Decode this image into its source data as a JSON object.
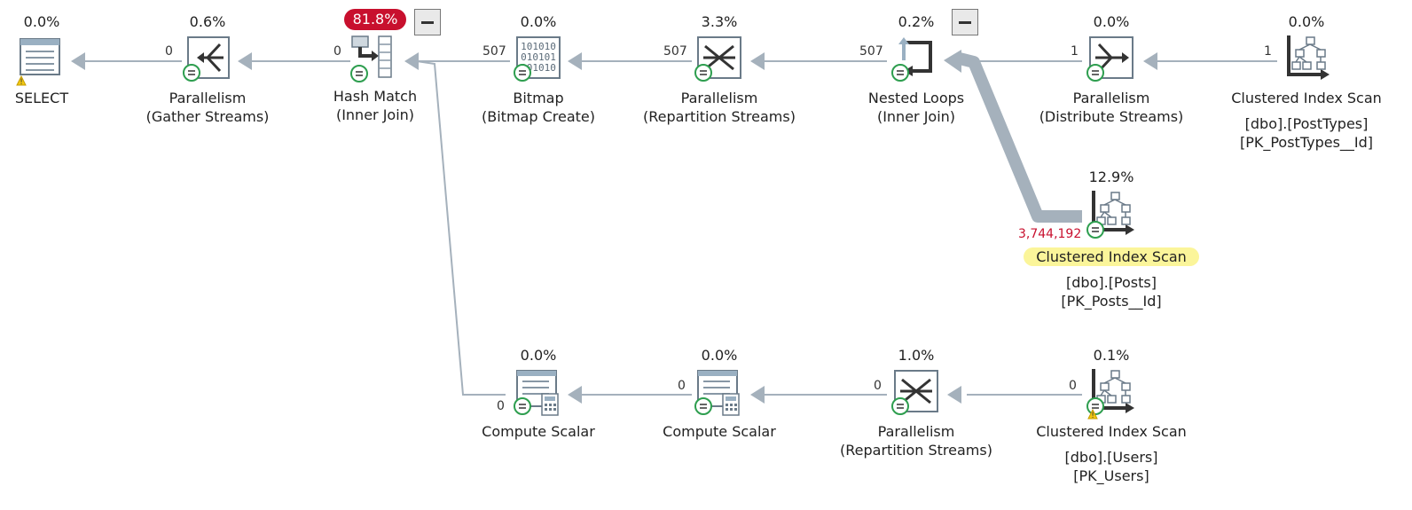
{
  "nodes": [
    {
      "id": "select",
      "pct": "0.0%",
      "name": "SELECT",
      "sub": "",
      "obj1": "",
      "obj2": "",
      "icon": "select-result-icon",
      "warning": true,
      "parallel": false
    },
    {
      "id": "gather",
      "pct": "0.6%",
      "name": "Parallelism",
      "sub": "(Gather Streams)",
      "obj1": "",
      "obj2": "",
      "icon": "gather-streams-icon",
      "warning": false,
      "parallel": true
    },
    {
      "id": "hash",
      "pct": "81.8%",
      "name": "Hash Match",
      "sub": "(Inner Join)",
      "obj1": "",
      "obj2": "",
      "icon": "hash-match-icon",
      "warning": false,
      "parallel": true
    },
    {
      "id": "bitmap",
      "pct": "0.0%",
      "name": "Bitmap",
      "sub": "(Bitmap Create)",
      "obj1": "",
      "obj2": "",
      "icon": "bitmap-icon",
      "warning": false,
      "parallel": true
    },
    {
      "id": "repart1",
      "pct": "3.3%",
      "name": "Parallelism",
      "sub": "(Repartition Streams)",
      "obj1": "",
      "obj2": "",
      "icon": "repartition-streams-icon",
      "warning": false,
      "parallel": true
    },
    {
      "id": "loops",
      "pct": "0.2%",
      "name": "Nested Loops",
      "sub": "(Inner Join)",
      "obj1": "",
      "obj2": "",
      "icon": "nested-loops-icon",
      "warning": false,
      "parallel": true
    },
    {
      "id": "distribute",
      "pct": "0.0%",
      "name": "Parallelism",
      "sub": "(Distribute Streams)",
      "obj1": "",
      "obj2": "",
      "icon": "distribute-streams-icon",
      "warning": false,
      "parallel": true
    },
    {
      "id": "ci_posttypes",
      "pct": "0.0%",
      "name": "Clustered Index Scan",
      "sub": "",
      "obj1": "[dbo].[PostTypes]",
      "obj2": "[PK_PostTypes__Id]",
      "icon": "clustered-index-scan-icon",
      "warning": false,
      "parallel": false
    },
    {
      "id": "ci_posts",
      "pct": "12.9%",
      "name": "Clustered Index Scan",
      "sub": "",
      "obj1": "[dbo].[Posts]",
      "obj2": "[PK_Posts__Id]",
      "icon": "clustered-index-scan-icon",
      "warning": false,
      "parallel": true
    },
    {
      "id": "cs1",
      "pct": "0.0%",
      "name": "Compute Scalar",
      "sub": "",
      "obj1": "",
      "obj2": "",
      "icon": "compute-scalar-icon",
      "warning": false,
      "parallel": true
    },
    {
      "id": "cs2",
      "pct": "0.0%",
      "name": "Compute Scalar",
      "sub": "",
      "obj1": "",
      "obj2": "",
      "icon": "compute-scalar-icon",
      "warning": false,
      "parallel": true
    },
    {
      "id": "repart2",
      "pct": "1.0%",
      "name": "Parallelism",
      "sub": "(Repartition Streams)",
      "obj1": "",
      "obj2": "",
      "icon": "repartition-streams-icon",
      "warning": false,
      "parallel": true
    },
    {
      "id": "ci_users",
      "pct": "0.1%",
      "name": "Clustered Index Scan",
      "sub": "",
      "obj1": "[dbo].[Users]",
      "obj2": "[PK_Users]",
      "icon": "clustered-index-scan-icon",
      "warning": true,
      "parallel": true
    }
  ],
  "row_counts": {
    "select_in": "0",
    "gather_in": "0",
    "hash_in": "507",
    "bitmap_in": "507",
    "repart1_in": "507",
    "loops_outer": "1",
    "distribute_in": "1",
    "loops_inner": "3,744,192",
    "hash_probe": "0",
    "cs1_in": "0",
    "cs2_in": "0",
    "repart2_in": "0"
  },
  "colors": {
    "hot": "#c8102e",
    "highlight": "#fbf59a",
    "arrow": "#a5b1bc",
    "parallel": "#2e9e4f"
  }
}
